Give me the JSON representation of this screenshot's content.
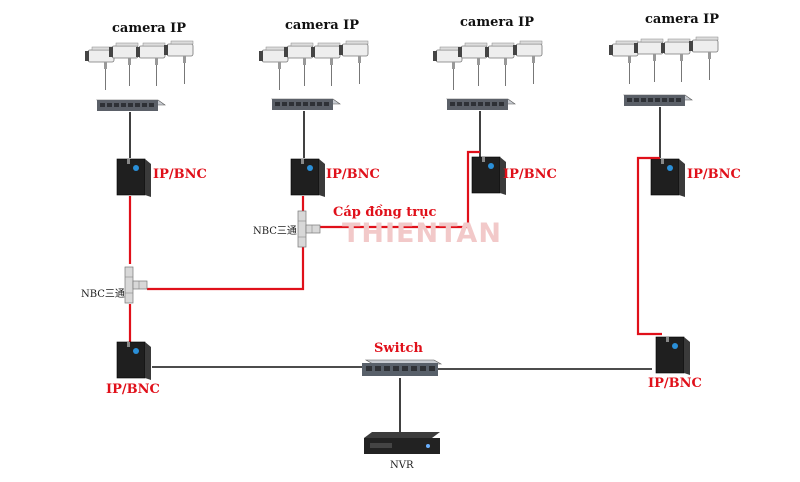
{
  "camera_groups": [
    {
      "label": "camera IP",
      "converter_label": "IP/BNC"
    },
    {
      "label": "camera IP",
      "converter_label": "IP/BNC"
    },
    {
      "label": "camera IP",
      "converter_label": "IP/BNC"
    },
    {
      "label": "camera IP",
      "converter_label": "IP/BNC"
    }
  ],
  "coax_label": "Cáp đồng trục",
  "tee_label": "NBC三通",
  "switch_label": "Switch",
  "bottom_left_converter_label": "IP/BNC",
  "bottom_right_converter_label": "IP/BNC",
  "nvr_label": "NVR",
  "watermark": "THIENTAN",
  "colors": {
    "coax": "#e0101a",
    "ethernet": "#111111",
    "label_red": "#e0101a"
  },
  "icons": [
    "camera-icon",
    "poe-switch-icon",
    "converter-icon",
    "bnc-tee-icon",
    "network-switch-icon",
    "nvr-icon"
  ]
}
